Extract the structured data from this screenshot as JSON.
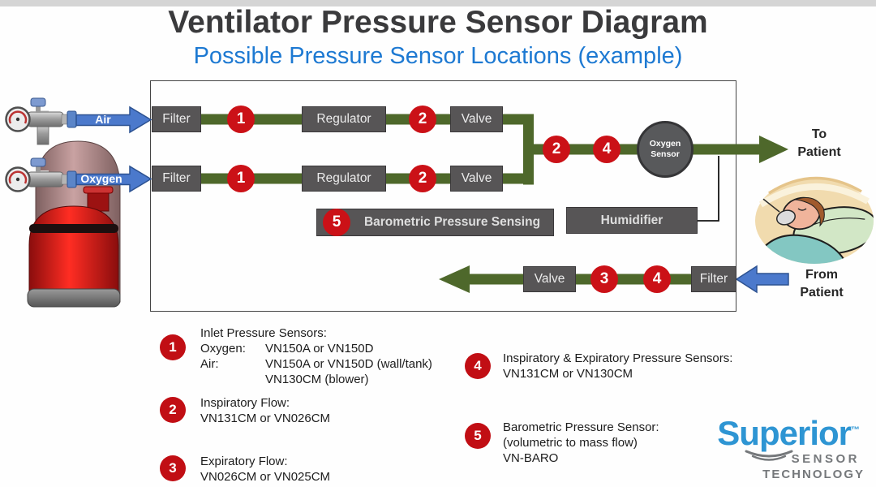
{
  "page": {
    "title": "Ventilator Pressure Sensor Diagram",
    "subtitle": "Possible Pressure Sensor Locations (example)"
  },
  "colors": {
    "pipe_green": "#4e682b",
    "box_gray": "#575556",
    "marker_red": "#cb1117",
    "arrow_blue": "#4b79cc",
    "subtitle_blue": "#1d79d2",
    "logo_blue": "#2e95d3",
    "logo_gray": "#75787b"
  },
  "sources": {
    "air": "Air",
    "oxygen": "Oxygen"
  },
  "boxes": {
    "filter_air": "Filter",
    "regulator_air": "Regulator",
    "valve_air": "Valve",
    "filter_oxygen": "Filter",
    "regulator_oxygen": "Regulator",
    "valve_oxygen": "Valve",
    "humidifier": "Humidifier",
    "barometric": "Barometric Pressure Sensing",
    "valve_expiratory": "Valve",
    "filter_expiratory": "Filter"
  },
  "markers": {
    "air_inlet": "1",
    "air_post_regulator": "2",
    "oxygen_inlet": "1",
    "oxygen_post_regulator": "2",
    "mixed_flow": "2",
    "mixed_pressure": "4",
    "barometric": "5",
    "expiratory_flow": "3",
    "expiratory_pressure": "4"
  },
  "oxygen_sensor": [
    "Oxygen",
    "Sensor"
  ],
  "to_patient": [
    "To",
    "Patient"
  ],
  "from_patient": [
    "From",
    "Patient"
  ],
  "legend": {
    "item1": {
      "num": "1",
      "title": "Inlet Pressure Sensors:",
      "rows": [
        [
          "Oxygen:",
          "VN150A or VN150D"
        ],
        [
          "Air:",
          "VN150A or VN150D (wall/tank)"
        ],
        [
          "",
          "VN130CM (blower)"
        ]
      ]
    },
    "item2": {
      "num": "2",
      "lines": [
        "Inspiratory Flow:",
        "VN131CM or VN026CM"
      ]
    },
    "item3": {
      "num": "3",
      "lines": [
        "Expiratory Flow:",
        "VN026CM or VN025CM"
      ]
    },
    "item4": {
      "num": "4",
      "lines": [
        "Inspiratory & Expiratory Pressure Sensors:",
        "VN131CM or VN130CM"
      ]
    },
    "item5": {
      "num": "5",
      "lines": [
        "Barometric Pressure Sensor:",
        "(volumetric to mass flow)",
        "VN-BARO"
      ]
    }
  },
  "logo": {
    "brand": "Superior",
    "tm": "™",
    "line2": "SENSOR",
    "line3": "TECHNOLOGY"
  }
}
